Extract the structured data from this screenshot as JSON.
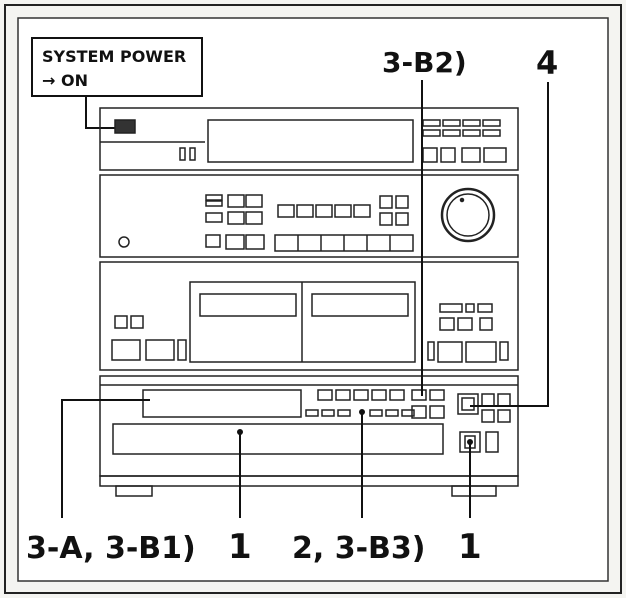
{
  "callout_box": {
    "line1": "SYSTEM POWER",
    "line2": "→ ON"
  },
  "step_labels": {
    "top_middle": "3-B2)",
    "top_right": "4",
    "bottom_a": "3-A, 3-B1)",
    "bottom_b": "1",
    "bottom_c": "2, 3-B3)",
    "bottom_d": "1"
  },
  "colors": {
    "ink": "#111111",
    "paper": "#f4f4f1",
    "panel": "#ffffff"
  }
}
